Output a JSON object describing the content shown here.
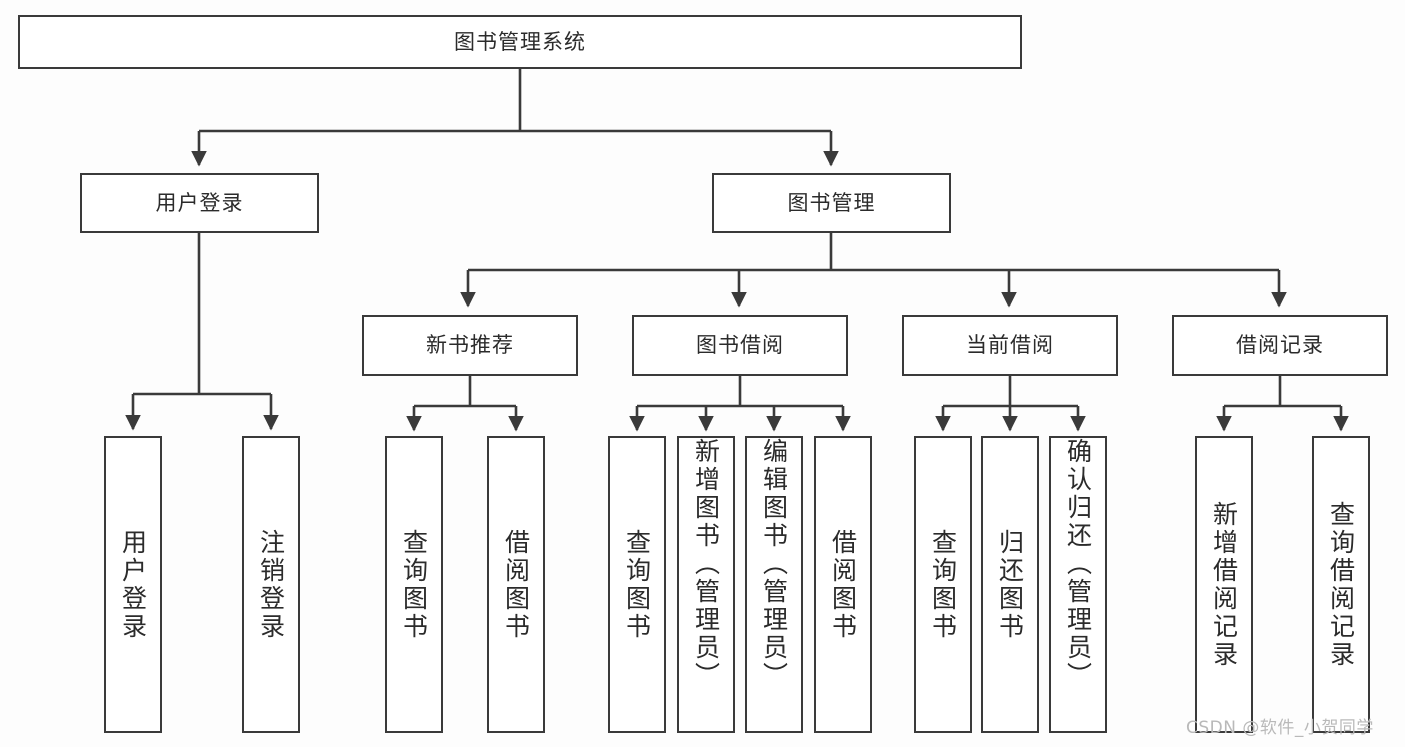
{
  "diagram": {
    "title": "图书管理系统",
    "type": "tree-hierarchy-chart",
    "background_color": "#fdfdfd",
    "line_color": "#3a3a3a",
    "text_color": "#2b2b2b"
  },
  "root": {
    "label": "图书管理系统"
  },
  "level1": [
    {
      "label": "用户登录"
    },
    {
      "label": "图书管理"
    }
  ],
  "level2": [
    {
      "label": "新书推荐"
    },
    {
      "label": "图书借阅"
    },
    {
      "label": "当前借阅"
    },
    {
      "label": "借阅记录"
    }
  ],
  "leaves": {
    "user_login": [
      {
        "label": "用户登录"
      },
      {
        "label": "注销登录"
      }
    ],
    "new_book_recommend": [
      {
        "label": "查询图书"
      },
      {
        "label": "借阅图书"
      }
    ],
    "book_borrow": [
      {
        "label": "查询图书"
      },
      {
        "label": "新增图书（管理员）"
      },
      {
        "label": "编辑图书（管理员）"
      },
      {
        "label": "借阅图书"
      }
    ],
    "current_borrow": [
      {
        "label": "查询图书"
      },
      {
        "label": "归还图书"
      },
      {
        "label": "确认归还（管理员）"
      }
    ],
    "borrow_record": [
      {
        "label": "新增借阅记录"
      },
      {
        "label": "查询借阅记录"
      }
    ]
  },
  "watermark": {
    "text": "CSDN @软件_小贺同学"
  }
}
